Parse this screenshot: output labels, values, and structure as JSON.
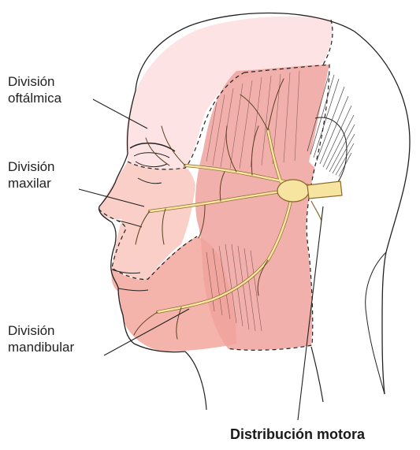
{
  "labels": {
    "ophthalmic": {
      "line1": "División",
      "line2": "oftálmica"
    },
    "maxillary": {
      "line1": "División",
      "line2": "maxilar"
    },
    "mandibular": {
      "line1": "División",
      "line2": "mandibular"
    },
    "motor": "Distribución motora"
  },
  "colors": {
    "ophthalmic_zone": "#fde3e3",
    "maxillary_zone": "#f9cfc8",
    "mandibular_zone": "#f4b4ab",
    "motor_zone": "#eea29c",
    "nerve": "#f6e4a0",
    "nerve_outline": "#8a6a2a",
    "outline": "#222222"
  }
}
